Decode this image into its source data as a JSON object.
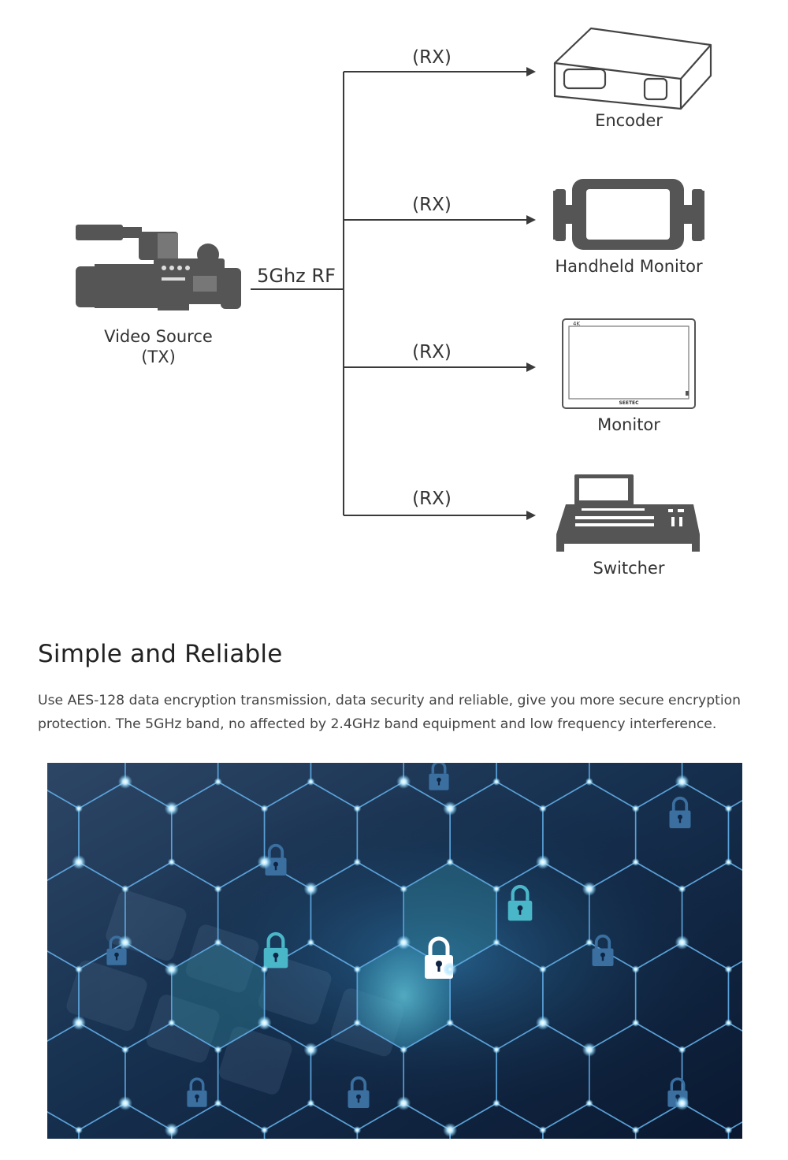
{
  "diagram": {
    "source": {
      "label": "Video Source",
      "sublabel": "(TX)",
      "icon": "video-camera-icon"
    },
    "link_label": "5Ghz RF",
    "receivers": [
      {
        "branch_label": "(RX)",
        "label": "Encoder",
        "icon": "encoder-box-icon"
      },
      {
        "branch_label": "(RX)",
        "label": "Handheld Monitor",
        "icon": "handheld-monitor-icon"
      },
      {
        "branch_label": "(RX)",
        "label": "Monitor",
        "icon": "monitor-icon",
        "screen_badge": "4K",
        "brand": "SEETEC"
      },
      {
        "branch_label": "(RX)",
        "label": "Switcher",
        "icon": "video-switcher-icon"
      }
    ]
  },
  "section": {
    "title": "Simple and Reliable",
    "body": "Use AES-128 data encryption transmission, data security and reliable, give you more secure encryption protection. The 5GHz band, no affected by 2.4GHz band equipment and low frequency interference."
  },
  "banner": {
    "icon": "padlock-network-icon",
    "colors": {
      "dark": "#0b1a33",
      "mid": "#1f4b7a",
      "glow": "#7ad4ff",
      "highlight": "#4ab7c9"
    }
  }
}
